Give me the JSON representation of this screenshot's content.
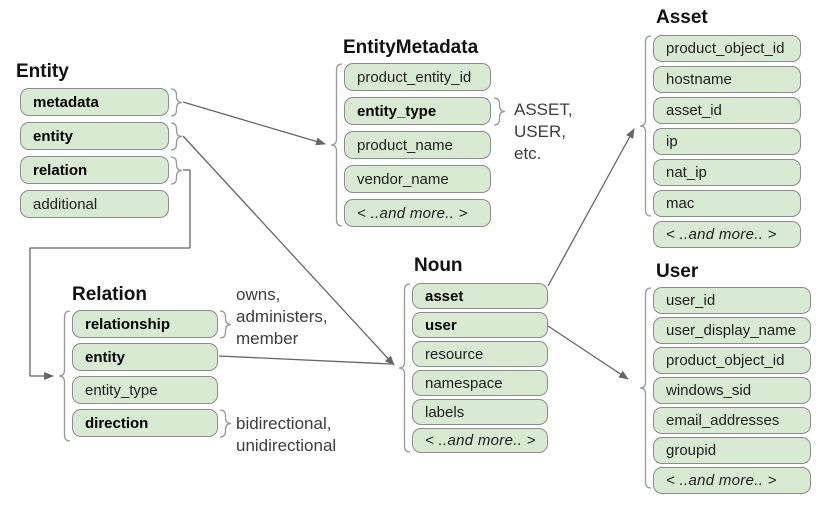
{
  "colors": {
    "field_fill": "#d9ead3",
    "field_border": "#8c8c8c",
    "arrow": "#666666",
    "brace": "#999999",
    "title_text": "#111111",
    "annotation_text": "#3d3d3d"
  },
  "tables": {
    "entity": {
      "title": "Entity",
      "fields": [
        {
          "label": "metadata",
          "bold": true
        },
        {
          "label": "entity",
          "bold": true
        },
        {
          "label": "relation",
          "bold": true
        },
        {
          "label": "additional",
          "bold": false
        }
      ]
    },
    "entity_metadata": {
      "title": "EntityMetadata",
      "fields": [
        {
          "label": "product_entity_id",
          "bold": false
        },
        {
          "label": "entity_type",
          "bold": true
        },
        {
          "label": "product_name",
          "bold": false
        },
        {
          "label": "vendor_name",
          "bold": false
        },
        {
          "label": "< ..and more.. >",
          "bold": false,
          "italic": true
        }
      ]
    },
    "asset": {
      "title": "Asset",
      "fields": [
        {
          "label": "product_object_id",
          "bold": false
        },
        {
          "label": "hostname",
          "bold": false
        },
        {
          "label": "asset_id",
          "bold": false
        },
        {
          "label": "ip",
          "bold": false
        },
        {
          "label": "nat_ip",
          "bold": false
        },
        {
          "label": "mac",
          "bold": false
        },
        {
          "label": "< ..and more.. >",
          "bold": false,
          "italic": true
        }
      ]
    },
    "noun": {
      "title": "Noun",
      "fields": [
        {
          "label": "asset",
          "bold": true
        },
        {
          "label": "user",
          "bold": true
        },
        {
          "label": "resource",
          "bold": false
        },
        {
          "label": "namespace",
          "bold": false
        },
        {
          "label": "labels",
          "bold": false
        },
        {
          "label": "< ..and more.. >",
          "bold": false,
          "italic": true
        }
      ]
    },
    "relation": {
      "title": "Relation",
      "fields": [
        {
          "label": "relationship",
          "bold": true
        },
        {
          "label": "entity",
          "bold": true
        },
        {
          "label": "entity_type",
          "bold": false
        },
        {
          "label": "direction",
          "bold": true
        }
      ]
    },
    "user": {
      "title": "User",
      "fields": [
        {
          "label": "user_id",
          "bold": false
        },
        {
          "label": "user_display_name",
          "bold": false
        },
        {
          "label": "product_object_id",
          "bold": false
        },
        {
          "label": "windows_sid",
          "bold": false
        },
        {
          "label": "email_addresses",
          "bold": false
        },
        {
          "label": "groupid",
          "bold": false
        },
        {
          "label": "< ..and more.. >",
          "bold": false,
          "italic": true
        }
      ]
    }
  },
  "annotations": {
    "entity_type_values": {
      "lines": [
        "ASSET,",
        "USER,",
        "etc."
      ]
    },
    "relationship_values": {
      "lines": [
        "owns,",
        "administers,",
        "member"
      ]
    },
    "direction_values": {
      "lines": [
        "bidirectional,",
        "unidirectional"
      ]
    }
  }
}
